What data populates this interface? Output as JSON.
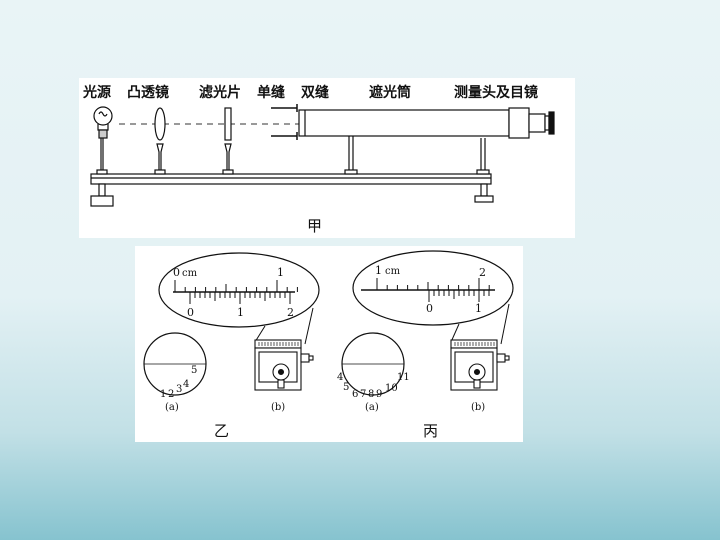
{
  "apparatus": {
    "labels": {
      "light_source": "光源",
      "convex_lens": "凸透镜",
      "filter": "滤光片",
      "single_slit": "单缝",
      "double_slit": "双缝",
      "hood_tube": "遮光筒",
      "measuring_head": "测量头及目镜"
    },
    "caption": "甲"
  },
  "readings": [
    {
      "caption": "乙",
      "main_scale": {
        "zero": "0",
        "unit": "cm",
        "one": "1"
      },
      "vernier_scale": {
        "zero": "0",
        "one": "1",
        "two": "2"
      },
      "fringe_numbers": [
        "1",
        "2",
        "3",
        "4",
        "5"
      ],
      "view_label": "(a)",
      "device_label": "(b)"
    },
    {
      "caption": "丙",
      "main_scale": {
        "one": "1",
        "unit": "cm",
        "two": "2"
      },
      "vernier_scale": {
        "zero": "0",
        "one": "1"
      },
      "fringe_numbers": [
        "4",
        "5",
        "6",
        "7",
        "8",
        "9",
        "10",
        "11"
      ],
      "view_label": "(a)",
      "device_label": "(b)"
    }
  ]
}
